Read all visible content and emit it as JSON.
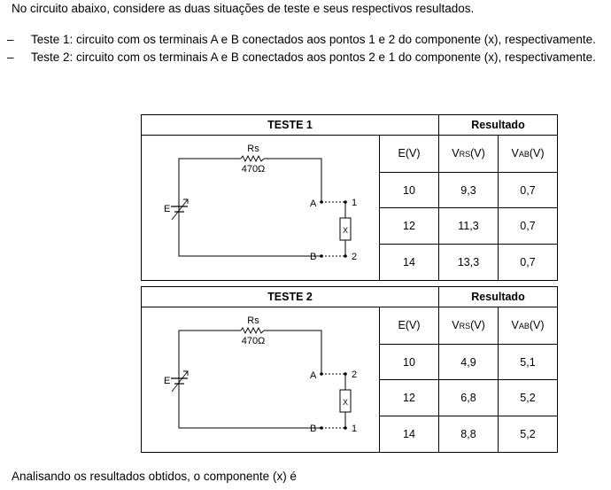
{
  "intro": "No circuito abaixo, considere as duas situações de teste e seus respectivos resultados.",
  "dash": "–",
  "bullets": [
    "Teste 1: circuito com os terminais A e B conectados aos pontos 1 e 2 do componente (x), respectivamente.",
    "Teste 2: circuito com os terminais A e B conectados aos pontos 2 e 1 do componente (x), respectivamente."
  ],
  "header_result": "Resultado",
  "col_e": "E(V)",
  "col_v": "V",
  "col_v_close": "(V)",
  "sub_rs": "RS",
  "sub_ab": "AB",
  "circuit": {
    "rs_label": "Rs",
    "rs_value": "470Ω",
    "e_label": "E",
    "a_label": "A",
    "b_label": "B",
    "x_label": "X"
  },
  "tests": [
    {
      "title": "TESTE 1",
      "top_terminal": "1",
      "bottom_terminal": "2",
      "rows": [
        {
          "e": "10",
          "vrs": "9,3",
          "vab": "0,7"
        },
        {
          "e": "12",
          "vrs": "11,3",
          "vab": "0,7"
        },
        {
          "e": "14",
          "vrs": "13,3",
          "vab": "0,7"
        }
      ]
    },
    {
      "title": "TESTE 2",
      "top_terminal": "2",
      "bottom_terminal": "1",
      "rows": [
        {
          "e": "10",
          "vrs": "4,9",
          "vab": "5,1"
        },
        {
          "e": "12",
          "vrs": "6,8",
          "vab": "5,2"
        },
        {
          "e": "14",
          "vrs": "8,8",
          "vab": "5,2"
        }
      ]
    }
  ],
  "question": "Analisando os resultados obtidos, o componente (x) é"
}
